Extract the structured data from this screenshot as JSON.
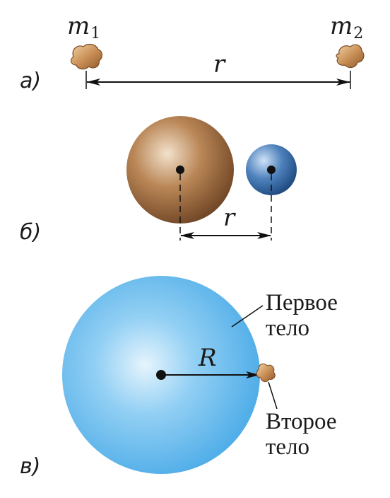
{
  "panels": {
    "a": {
      "letter": "а)",
      "mass1": {
        "symbol": "m",
        "index": "1"
      },
      "mass2": {
        "symbol": "m",
        "index": "2"
      },
      "distance": "r"
    },
    "b": {
      "letter": "б)",
      "distance": "r"
    },
    "c": {
      "letter": "в)",
      "radius": "R",
      "first_body": {
        "line1": "Первое",
        "line2": "тело"
      },
      "second_body": {
        "line1": "Второе",
        "line2": "тело"
      }
    }
  },
  "colors": {
    "rock": "#c9905a",
    "large_sphere": "#8a5a32",
    "small_sphere": "#3f6fa8",
    "big_blue_sphere": "#5ab4ea",
    "ink": "#111111"
  }
}
